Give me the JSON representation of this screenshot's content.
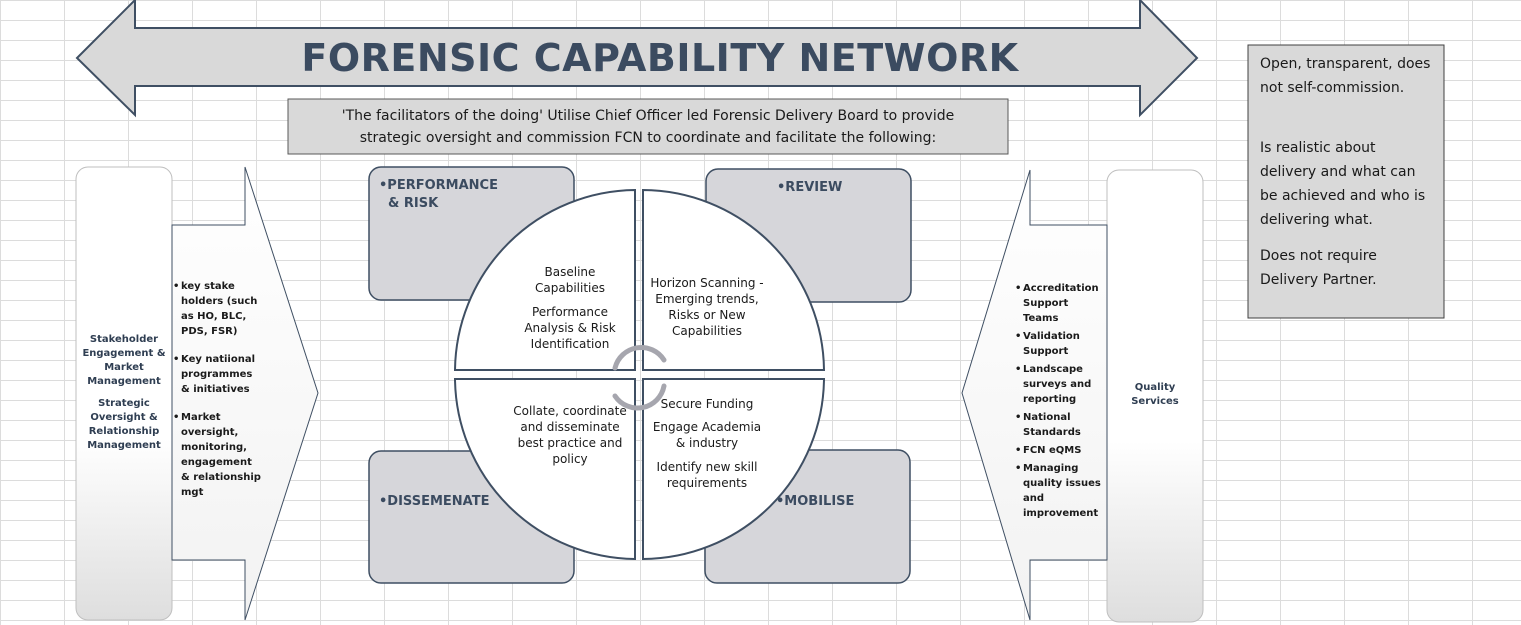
{
  "title": "FORENSIC CAPABILITY NETWORK",
  "subtitle": {
    "line1": "'The facilitators of the doing' Utilise Chief Officer led Forensic Delivery Board to provide",
    "line2": "strategic oversight and commission FCN to coordinate and facilitate the following:"
  },
  "principles": {
    "p1": "Open, transparent, does not self-commission.",
    "p2": "Is realistic about delivery and what can be achieved and who is delivering what.",
    "p3": "Does not require Delivery Partner."
  },
  "left_pillar": {
    "label1": "Stakeholder Engagement & Market Management",
    "label2": "Strategic Oversight & Relationship Management",
    "bullets": [
      "key stake holders (such as HO, BLC, PDS,  FSR)",
      "Key natiional programmes & initiatives",
      "Market oversight, monitoring, engagement & relationship mgt"
    ]
  },
  "right_pillar": {
    "label": "Quality Services",
    "bullets": [
      "Accreditation Support Teams",
      "Validation Support",
      "Landscape surveys and reporting",
      "National Standards",
      "FCN eQMS",
      "Managing quality issues and improvement"
    ]
  },
  "corners": {
    "top_left": "•PERFORMANCE\n  & RISK",
    "top_right": "•REVIEW",
    "bottom_left": "•DISSEMENATE",
    "bottom_right": "•MOBILISE"
  },
  "quadrants": {
    "tl": {
      "line1": "Baseline Capabilities",
      "line2": "Performance Analysis & Risk Identification"
    },
    "tr": {
      "line1": "Horizon Scanning - Emerging trends, Risks or New Capabilities"
    },
    "bl": {
      "line1": "Collate, coordinate and disseminate best practice and policy"
    },
    "br": {
      "line1": "Secure Funding",
      "line2": "Engage Academia & industry",
      "line3": "Identify new skill requirements"
    }
  }
}
